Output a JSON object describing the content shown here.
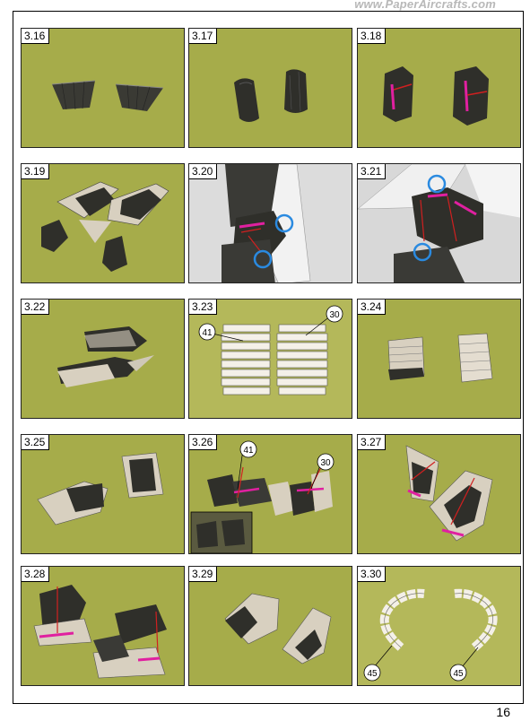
{
  "header": {
    "watermark": "www.PaperAircrafts.com"
  },
  "page": {
    "number": "16"
  },
  "steps": [
    {
      "label": "3.16"
    },
    {
      "label": "3.17"
    },
    {
      "label": "3.18"
    },
    {
      "label": "3.19"
    },
    {
      "label": "3.20"
    },
    {
      "label": "3.21"
    },
    {
      "label": "3.22"
    },
    {
      "label": "3.23"
    },
    {
      "label": "3.24"
    },
    {
      "label": "3.25"
    },
    {
      "label": "3.26"
    },
    {
      "label": "3.27"
    },
    {
      "label": "3.28"
    },
    {
      "label": "3.29"
    },
    {
      "label": "3.30"
    }
  ],
  "callouts": {
    "p323_a": "41",
    "p323_b": "30",
    "p326_a": "41",
    "p326_b": "30",
    "p330_a": "45",
    "p330_b": "45"
  }
}
